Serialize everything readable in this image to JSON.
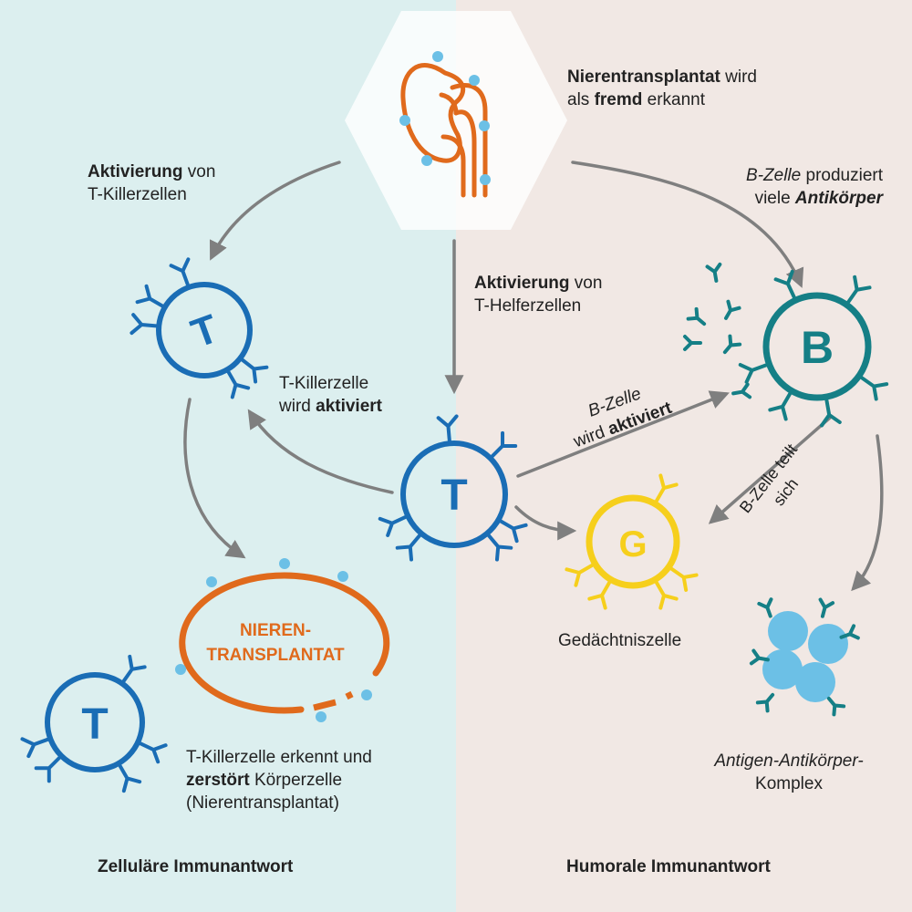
{
  "colors": {
    "left_bg": "#dcefef",
    "right_bg": "#f1e8e4",
    "t_cell": "#1a6db5",
    "b_cell": "#157f86",
    "memory_cell": "#f6cf1c",
    "kidney": "#e06a1c",
    "antigen": "#6cc0e6",
    "arrow": "#7f7f7f"
  },
  "cells": {
    "t_killer_top": "T",
    "t_helper": "T",
    "t_killer_bottom": "T",
    "b_cell": "B",
    "memory_cell": "G"
  },
  "transplant_label": {
    "line1": "NIEREN-",
    "line2": "TRANSPLANTAT"
  },
  "labels": {
    "kidney_recognized": {
      "a": "Nierentransplantat",
      "b": " wird",
      "c": "als ",
      "d": "fremd",
      "e": " erkannt"
    },
    "activation_killer": {
      "a": "Aktivierung",
      "b": " von",
      "c": "T-Killerzellen"
    },
    "activation_helper": {
      "a": "Aktivierung",
      "b": " von",
      "c": "T-Helferzellen"
    },
    "b_produces": {
      "a": "B-Zelle",
      "b": " produziert",
      "c": "viele ",
      "d": "Antikörper"
    },
    "killer_activated": {
      "a": "T-Killerzelle",
      "b": "wird ",
      "c": "aktiviert"
    },
    "b_activated": {
      "a": "B-Zelle",
      "b": "wird ",
      "c": "aktiviert"
    },
    "b_divides": {
      "a": "B-Zelle teilt",
      "b": "sich"
    },
    "memory": "Gedächtniszelle",
    "killer_destroys": {
      "a": "T-Killerzelle erkennt und",
      "b": "zerstört",
      "c": " Körperzelle",
      "d": "(Nierentransplantat)"
    },
    "complex": {
      "a": "Antigen-Antikörper-",
      "b": "Komplex"
    }
  },
  "footer": {
    "left": "Zelluläre Immunantwort",
    "right": "Humorale Immunantwort"
  }
}
